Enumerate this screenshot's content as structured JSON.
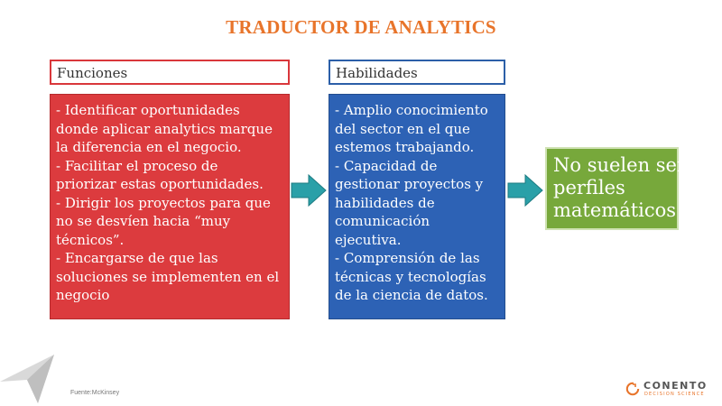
{
  "title": "TRADUCTOR DE ANALYTICS",
  "funciones": {
    "header": "Funciones",
    "lines": [
      "- Identificar oportunidades",
      "donde aplicar analytics marque",
      "la diferencia en el negocio.",
      "- Facilitar el proceso de",
      "priorizar estas oportunidades.",
      "- Dirigir los proyectos para que",
      "no se desvíen hacia “muy",
      "técnicos”.",
      "- Encargarse de que las",
      "soluciones se implementen en el",
      "negocio"
    ]
  },
  "habilidades": {
    "header": "Habilidades",
    "lines": [
      "- Amplio conocimiento",
      "del sector en el que",
      "estemos trabajando.",
      "- Capacidad de",
      "gestionar proyectos y",
      "habilidades de",
      "comunicación",
      "ejecutiva.",
      "- Comprensión de las",
      "técnicas y tecnologías",
      "de la ciencia de datos."
    ]
  },
  "result": {
    "lines": [
      "No suelen ser",
      "perfiles",
      "matemáticos"
    ]
  },
  "source": "Fuente:McKinsey",
  "brand": {
    "name": "CONENTO",
    "tagline": "DECISION SCIENCE"
  },
  "colors": {
    "title": "#e8742a",
    "red": "#dc3b3e",
    "blue": "#2d62b5",
    "green": "#77a83b",
    "arrow": "#2aa0a8"
  },
  "icons": [
    "arrow-right-icon",
    "paper-plane-logo-icon",
    "conento-logo-icon"
  ]
}
